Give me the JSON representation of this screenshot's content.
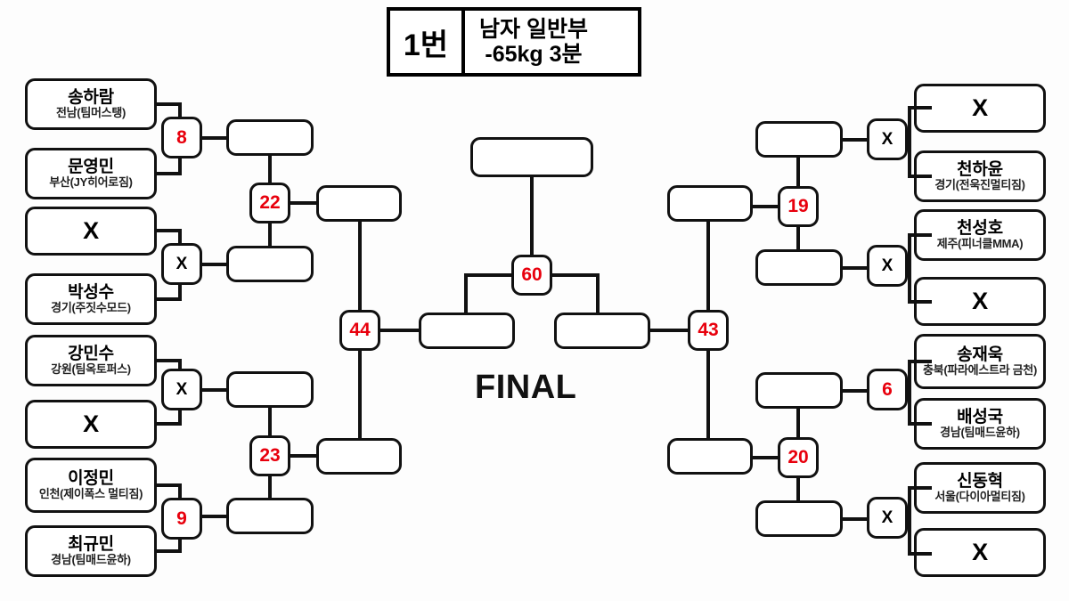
{
  "header": {
    "number_label": "1번",
    "division": "남자 일반부",
    "weight_time": "-65kg 3분"
  },
  "final_label": "FINAL",
  "colors": {
    "match_number": "#e8000d",
    "line": "#111111",
    "box_border": "#111111",
    "background": "#ffffff"
  },
  "competitors": {
    "left": [
      {
        "name": "송하람",
        "team": "전남(팀머스탱)",
        "bye": false
      },
      {
        "name": "문영민",
        "team": "부산(JY히어로짐)",
        "bye": false
      },
      {
        "name": "X",
        "team": "",
        "bye": true
      },
      {
        "name": "박성수",
        "team": "경기(주짓수모드)",
        "bye": false
      },
      {
        "name": "강민수",
        "team": "강원(팀옥토퍼스)",
        "bye": false
      },
      {
        "name": "X",
        "team": "",
        "bye": true
      },
      {
        "name": "이정민",
        "team": "인천(제이폭스 멀티짐)",
        "bye": false
      },
      {
        "name": "최규민",
        "team": "경남(팀매드윤하)",
        "bye": false
      }
    ],
    "right": [
      {
        "name": "X",
        "team": "",
        "bye": true
      },
      {
        "name": "천하윤",
        "team": "경기(전욱진멀티짐)",
        "bye": false
      },
      {
        "name": "천성호",
        "team": "제주(피너클MMA)",
        "bye": false
      },
      {
        "name": "X",
        "team": "",
        "bye": true
      },
      {
        "name": "송재욱",
        "team": "충북(파라에스트라 금천)",
        "bye": false
      },
      {
        "name": "배성국",
        "team": "경남(팀매드윤하)",
        "bye": false
      },
      {
        "name": "신동혁",
        "team": "서울(다이아멀티짐)",
        "bye": false
      },
      {
        "name": "X",
        "team": "",
        "bye": true
      }
    ]
  },
  "matches": {
    "left_round1": [
      {
        "label": "8",
        "is_number": true
      },
      {
        "label": "X",
        "is_number": false
      },
      {
        "label": "X",
        "is_number": false
      },
      {
        "label": "9",
        "is_number": true
      }
    ],
    "left_round2": [
      {
        "label": "22",
        "is_number": true
      },
      {
        "label": "23",
        "is_number": true
      }
    ],
    "left_semi": {
      "label": "44",
      "is_number": true
    },
    "right_round1": [
      {
        "label": "X",
        "is_number": false
      },
      {
        "label": "X",
        "is_number": false
      },
      {
        "label": "6",
        "is_number": true
      },
      {
        "label": "X",
        "is_number": false
      }
    ],
    "right_round2": [
      {
        "label": "19",
        "is_number": true
      },
      {
        "label": "20",
        "is_number": true
      }
    ],
    "right_semi": {
      "label": "43",
      "is_number": true
    },
    "final": {
      "label": "60",
      "is_number": true
    }
  }
}
